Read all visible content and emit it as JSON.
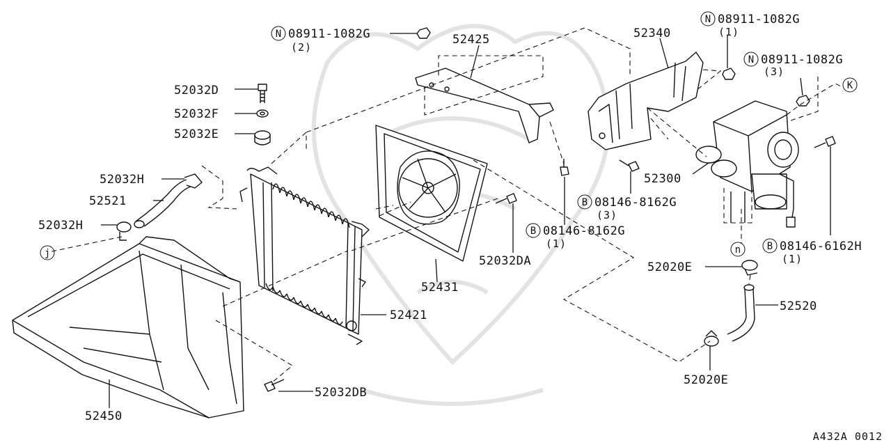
{
  "diagram": {
    "code": "A432A 0012",
    "labels": {
      "p52425": "52425",
      "p52340": "52340",
      "p52032D": "52032D",
      "p52032F": "52032F",
      "p52032E": "52032E",
      "p52032H_top": "52032H",
      "p52521": "52521",
      "p52032H_bot": "52032H",
      "p52300": "52300",
      "p52032DA": "52032DA",
      "p52431": "52431",
      "p52421": "52421",
      "p52450": "52450",
      "p52032DB": "52032DB",
      "p52020E_top": "52020E",
      "p52020E_bot": "52020E",
      "p52520": "52520"
    },
    "nuts": [
      {
        "prefix": "N",
        "number": "08911-1082G",
        "qty": "(2)"
      },
      {
        "prefix": "N",
        "number": "08911-1082G",
        "qty": "(1)"
      },
      {
        "prefix": "N",
        "number": "08911-1082G",
        "qty": "(3)"
      }
    ],
    "bolts": [
      {
        "prefix": "B",
        "number": "08146-8162G",
        "qty": "(3)"
      },
      {
        "prefix": "B",
        "number": "08146-8162G",
        "qty": "(1)"
      },
      {
        "prefix": "B",
        "number": "08146-6162H",
        "qty": "(1)"
      }
    ],
    "refs": {
      "j": "j",
      "k": "K",
      "n": "n"
    }
  }
}
